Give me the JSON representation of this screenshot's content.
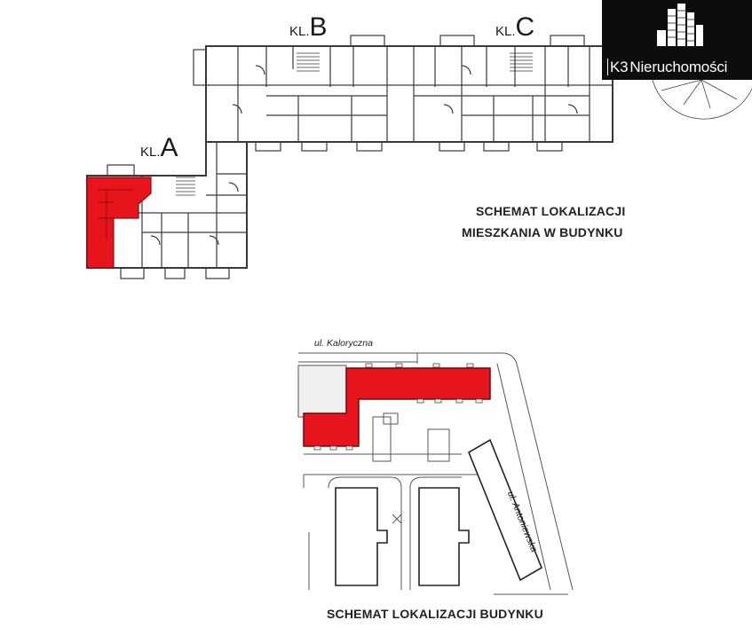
{
  "floor_plan": {
    "stair_labels": [
      {
        "prefix": "KL.",
        "letter": "A"
      },
      {
        "prefix": "KL.",
        "letter": "B"
      },
      {
        "prefix": "KL.",
        "letter": "C"
      }
    ],
    "caption_line1": "SCHEMAT LOKALIZACJI",
    "caption_line2": "MIESZKANIA W BUDYNKU",
    "highlight_color": "#e8141b"
  },
  "site_plan": {
    "street_north": "ul. Kaloryczna",
    "street_east": "ul. Antoniewska",
    "caption": "SCHEMAT LOKALIZACJI BUDYNKU",
    "highlight_color": "#e8141b"
  },
  "logo": {
    "brand": "K3 Nieruchomości",
    "brand_prefix": "K3",
    "brand_name": "Nieruchomości",
    "background": "#0d0d0d",
    "icon": "city-skyline-icon"
  },
  "compass": {
    "icon": "compass-rose-icon"
  }
}
